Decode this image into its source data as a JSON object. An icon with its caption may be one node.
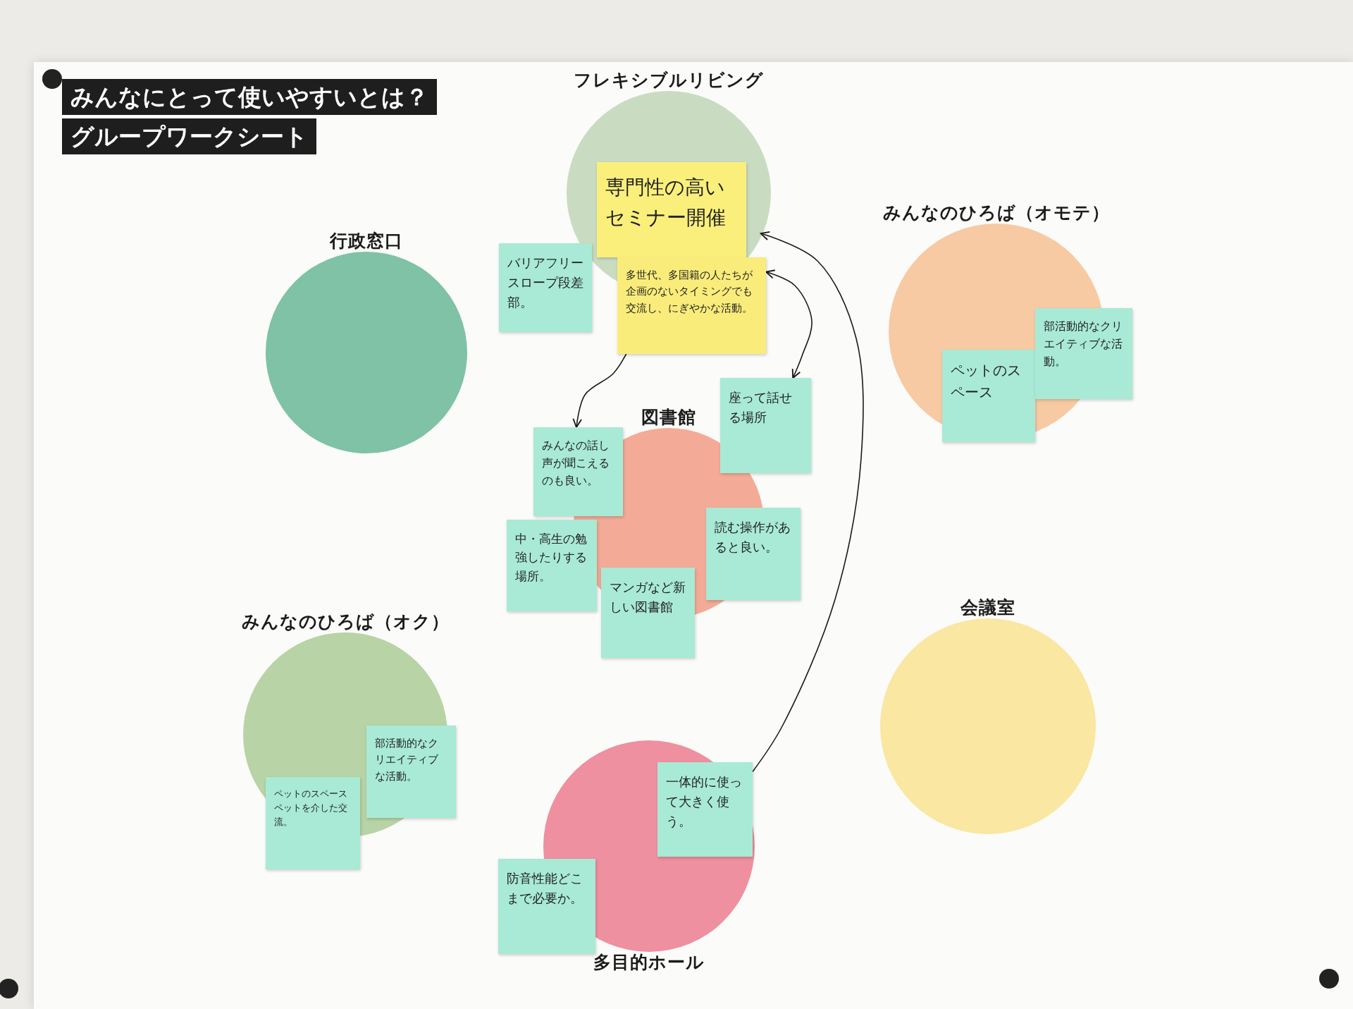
{
  "diagram": {
    "title": "みんなにとって使いやすいとは？グループワークシート",
    "nodes": [
      {
        "text": [
          "フレキシブルリビング"
        ]
      },
      {
        "text": [
          "専門性の高いセミナー開催"
        ],
        "in": 0
      },
      {
        "text": [
          "バリアフリースロープ段差部。"
        ]
      },
      {
        "text": [
          "多世代、多国籍の人たちが企画のないタイミングでも交流し、にぎやかな活動。"
        ]
      },
      {
        "text": [
          "行政窓口"
        ]
      },
      {
        "text": [
          "みんなのひろば（オモテ）"
        ]
      },
      {
        "text": [
          "ペットのスペース"
        ],
        "in": 5
      },
      {
        "text": [
          "部活動的なクリエイティブな活動。"
        ]
      },
      {
        "text": [
          "図書館"
        ]
      },
      {
        "text": [
          "みんなの話し声が聞こえるのも良い。"
        ]
      },
      {
        "text": [
          "座って話せる場所"
        ]
      },
      {
        "text": [
          "中・高生の勉強したりする場所。"
        ]
      },
      {
        "text": [
          "読む操作があると良い。"
        ]
      },
      {
        "text": [
          "マンガなど新しい図書館"
        ]
      },
      {
        "text": [
          "みんなのひろば（オク）"
        ]
      },
      {
        "text": [
          "部活動的なクリエイティブな活動。"
        ]
      },
      {
        "text": [
          "ペットのスペース",
          "ペットを介した交流。"
        ]
      },
      {
        "text": [
          "会議室"
        ]
      },
      {
        "text": [
          "多目的ホール"
        ]
      },
      {
        "text": [
          "一体的に使って大きく使う。"
        ],
        "in": 18
      },
      {
        "text": [
          "防音性能どこまで必要か。"
        ]
      }
    ],
    "edges": [
      {
        "from": 3,
        "to": 9,
        "arrow": "to"
      },
      {
        "from": 3,
        "to": 10,
        "arrow": "both"
      },
      {
        "from": 19,
        "to": 0,
        "arrow": "to"
      }
    ]
  }
}
